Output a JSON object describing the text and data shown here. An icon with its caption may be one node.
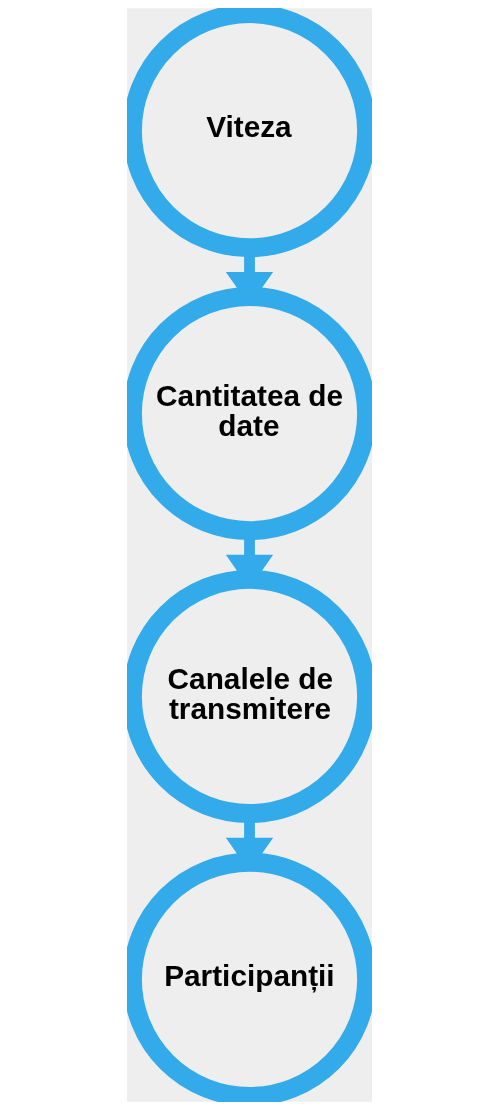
{
  "diagram": {
    "nodes": [
      {
        "text": [
          "Viteza"
        ]
      },
      {
        "text": [
          "Cantitatea de date"
        ]
      },
      {
        "text": [
          "Canalele de transmitere"
        ]
      },
      {
        "text": [
          "Participanții"
        ]
      }
    ],
    "edges": [
      {
        "from": 0,
        "to": 1,
        "arrow": "to"
      },
      {
        "from": 1,
        "to": 2,
        "arrow": "to"
      },
      {
        "from": 2,
        "to": 3,
        "arrow": "to"
      }
    ]
  }
}
